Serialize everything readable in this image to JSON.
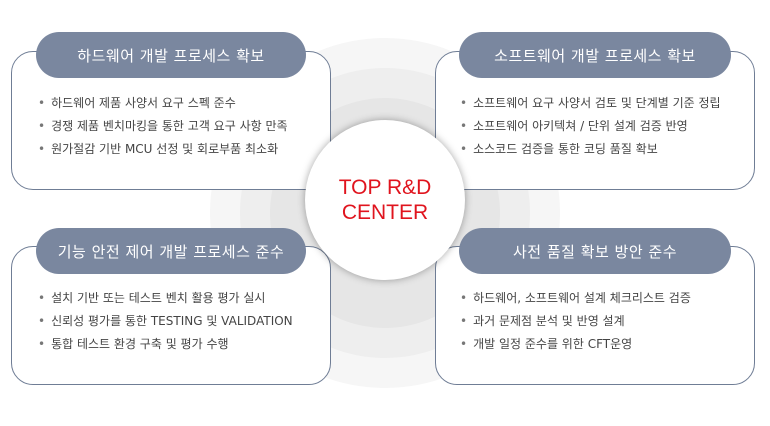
{
  "center": {
    "line1": "TOP R&D",
    "line2": "CENTER"
  },
  "panels": [
    {
      "title": "하드웨어 개발 프로세스 확보",
      "items": [
        "하드웨어 제품 사양서 요구 스펙 준수",
        "경쟁 제품 벤치마킹을 통한 고객 요구 사항 만족",
        "원가절감 기반 MCU 선정 및 회로부품 최소화"
      ]
    },
    {
      "title": "소프트웨어 개발 프로세스 확보",
      "items": [
        "소프트웨어 요구 사양서 검토 및 단계별 기준 정립",
        "소프트웨어 아키텍쳐 / 단위 설계 검증 반영",
        "소스코드 검증을 통한 코딩 품질 확보"
      ]
    },
    {
      "title": "기능 안전 제어 개발 프로세스 준수",
      "items": [
        "설치 기반 또는 테스트 벤치 활용 평가 실시",
        "신뢰성 평가를 통한 TESTING 및 VALIDATION",
        "통합 테스트 환경 구축 및 평가 수행"
      ]
    },
    {
      "title": "사전 품질 확보 방안 준수",
      "items": [
        "하드웨어, 소프트웨어 설계 체크리스트 검증",
        "과거 문제점 분석 및 반영 설계",
        "개발 일정 준수를 위한 CFT운영"
      ]
    }
  ]
}
